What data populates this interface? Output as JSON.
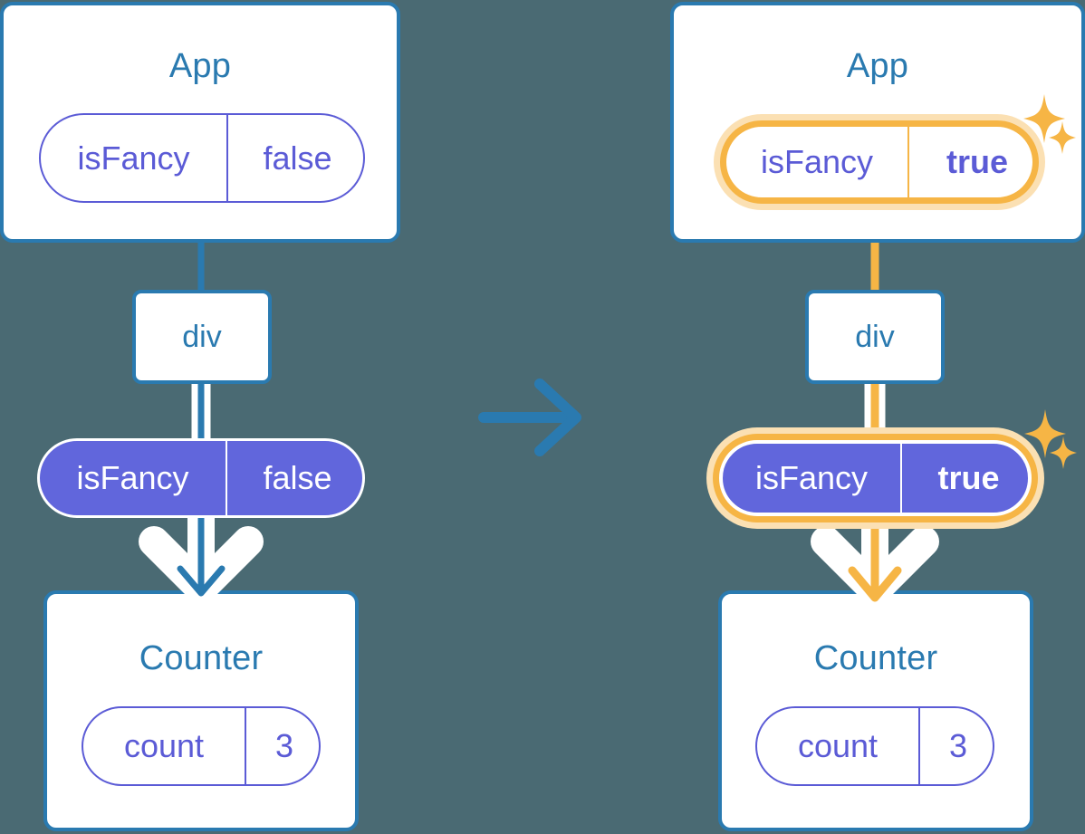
{
  "background_color": "#4a6a73",
  "colors": {
    "component_border": "#2a7ab0",
    "component_title": "#2a7ab0",
    "pill_purple_fill": "#6166dc",
    "pill_purple_stroke": "#5b5bd6",
    "highlight_amber": "#f6b545",
    "highlight_amber_glow": "#fbe0b3",
    "arrow_blue": "#2a7ab0",
    "arrow_white_outline": "#ffffff"
  },
  "transition_arrow": {
    "icon": "arrow-right-icon",
    "direction": "right",
    "color": "#2a7ab0"
  },
  "panels": [
    {
      "id": "before",
      "highlighted": false,
      "app": {
        "title": "App",
        "state_pill": {
          "key": "isFancy",
          "value": "false",
          "style": "outline",
          "highlighted": false,
          "value_bold": false
        }
      },
      "element": {
        "label": "div"
      },
      "prop_pill": {
        "key": "isFancy",
        "value": "false",
        "style": "filled",
        "highlighted": false,
        "value_bold": false
      },
      "counter": {
        "title": "Counter",
        "state_pill": {
          "key": "count",
          "value": "3",
          "style": "outline",
          "highlighted": false,
          "value_bold": false
        }
      },
      "flow_color": "#2a7ab0",
      "sparkles": []
    },
    {
      "id": "after",
      "highlighted": true,
      "app": {
        "title": "App",
        "state_pill": {
          "key": "isFancy",
          "value": "true",
          "style": "outline",
          "highlighted": true,
          "value_bold": true
        }
      },
      "element": {
        "label": "div"
      },
      "prop_pill": {
        "key": "isFancy",
        "value": "true",
        "style": "filled",
        "highlighted": true,
        "value_bold": true
      },
      "counter": {
        "title": "Counter",
        "state_pill": {
          "key": "count",
          "value": "3",
          "style": "outline",
          "highlighted": false,
          "value_bold": false
        }
      },
      "flow_color": "#f6b545",
      "sparkles": [
        "sparkle-icon-large",
        "sparkle-icon-small",
        "sparkle-icon-large",
        "sparkle-icon-small"
      ]
    }
  ]
}
